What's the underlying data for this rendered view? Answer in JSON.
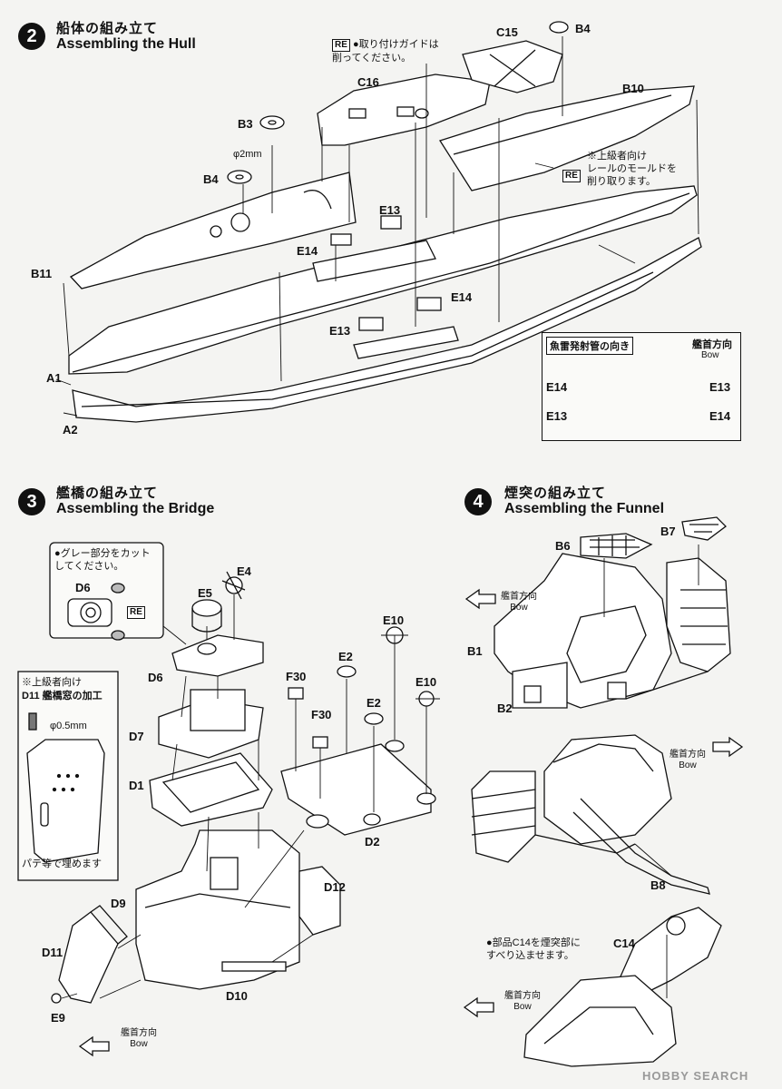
{
  "step2": {
    "number": "2",
    "title_jp": "船体の組み立て",
    "title_en": "Assembling the Hull",
    "guide_note": "●取り付けガイドは\n削ってください。",
    "expert_note": "※上級者向け\nレールのモールドを\n削り取ります。",
    "diameter": "φ2mm",
    "torpedo_box": {
      "title": "魚雷発射管の向き",
      "bow_jp": "艦首方向",
      "bow_en": "Bow",
      "left_labels": [
        "E14",
        "E13"
      ],
      "right_labels": [
        "E13",
        "E14"
      ]
    },
    "parts": [
      "C15",
      "B4",
      "C16",
      "B10",
      "B3",
      "B4",
      "E13",
      "E14",
      "B11",
      "E14",
      "E13",
      "A1",
      "A2"
    ]
  },
  "step3": {
    "number": "3",
    "title_jp": "艦橋の組み立て",
    "title_en": "Assembling the Bridge",
    "cut_note": "●グレー部分をカット\nしてください。",
    "expert_title": "※上級者向け",
    "expert_sub": "D11 艦橋窓の加工",
    "diameter": "φ0.5mm",
    "putty_note": "パテ等で埋めます",
    "bow_jp": "艦首方向",
    "bow_en": "Bow",
    "parts": [
      "E4",
      "E5",
      "D6",
      "D6",
      "E10",
      "E2",
      "F30",
      "F30",
      "E2",
      "E10",
      "D7",
      "D1",
      "D2",
      "D12",
      "D9",
      "D11",
      "D10",
      "E9"
    ]
  },
  "step4": {
    "number": "4",
    "title_jp": "煙突の組み立て",
    "title_en": "Assembling the Funnel",
    "bow1_jp": "艦首方向",
    "bow1_en": "Bow",
    "bow2_jp": "艦首方向",
    "bow2_en": "Bow",
    "bow3_jp": "艦首方向",
    "bow3_en": "Bow",
    "c14_note": "●部品C14を煙突部に\nすべり込ませます。",
    "parts": [
      "B7",
      "B6",
      "B1",
      "B2",
      "B8",
      "C14"
    ]
  },
  "re_label": "RE",
  "watermark": "HOBBY SEARCH"
}
